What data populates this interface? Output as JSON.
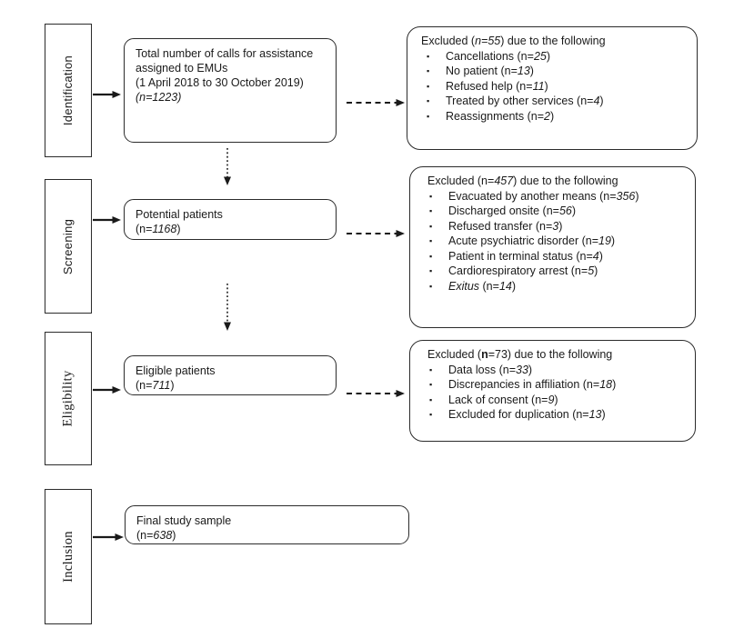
{
  "figure": {
    "kind": "study-flow-diagram",
    "line_color": "#1a1a1a",
    "background_color": "#ffffff"
  },
  "stages": [
    {
      "label": "Identification"
    },
    {
      "label": "Screening"
    },
    {
      "label": "Eligibility"
    },
    {
      "label": "Inclusion"
    }
  ],
  "flow_boxes": [
    {
      "name": "total-calls",
      "lines": [
        [
          {
            "t": "Total number of calls for assistance"
          }
        ],
        [
          {
            "t": "assigned to EMUs"
          }
        ],
        [
          {
            "t": "(1 April 2018 to 30 October 2019)"
          }
        ],
        [
          {
            "t": "(n=1223)",
            "i": true
          }
        ]
      ]
    },
    {
      "name": "potential-patients",
      "lines": [
        [
          {
            "t": "Potential patients"
          }
        ],
        [
          {
            "t": "(n="
          },
          {
            "t": "1168",
            "i": true
          },
          {
            "t": ")"
          }
        ]
      ]
    },
    {
      "name": "eligible-patients",
      "lines": [
        [
          {
            "t": "Eligible patients"
          }
        ],
        [
          {
            "t": "(n="
          },
          {
            "t": "711",
            "i": true
          },
          {
            "t": ")"
          }
        ]
      ]
    },
    {
      "name": "final-study-sample",
      "lines": [
        [
          {
            "t": "Final study sample"
          }
        ],
        [
          {
            "t": "(n="
          },
          {
            "t": "638",
            "i": true
          },
          {
            "t": ")"
          }
        ]
      ]
    }
  ],
  "exclusion_boxes": [
    {
      "name": "excluded-identification",
      "header": [
        {
          "t": "Excluded ("
        },
        {
          "t": "n=55",
          "i": true
        },
        {
          "t": ") due to the following"
        }
      ],
      "items": [
        [
          {
            "t": "Cancellations (n="
          },
          {
            "t": "25",
            "i": true
          },
          {
            "t": ")"
          }
        ],
        [
          {
            "t": "No patient (n="
          },
          {
            "t": "13",
            "i": true
          },
          {
            "t": ")"
          }
        ],
        [
          {
            "t": "Refused help (n="
          },
          {
            "t": "11",
            "i": true
          },
          {
            "t": ")"
          }
        ],
        [
          {
            "t": "Treated by other services (n="
          },
          {
            "t": "4",
            "i": true
          },
          {
            "t": ")"
          }
        ],
        [
          {
            "t": "Reassignments (n="
          },
          {
            "t": "2",
            "i": true
          },
          {
            "t": ")"
          }
        ]
      ]
    },
    {
      "name": "excluded-screening",
      "header": [
        {
          "t": "Excluded (n="
        },
        {
          "t": "457",
          "i": true
        },
        {
          "t": ") due to the following"
        }
      ],
      "items": [
        [
          {
            "t": "Evacuated by another means (n="
          },
          {
            "t": "356",
            "i": true
          },
          {
            "t": ")"
          }
        ],
        [
          {
            "t": "Discharged onsite (n="
          },
          {
            "t": "56",
            "i": true
          },
          {
            "t": ")"
          }
        ],
        [
          {
            "t": "Refused transfer (n="
          },
          {
            "t": "3",
            "i": true
          },
          {
            "t": ")"
          }
        ],
        [
          {
            "t": "Acute psychiatric disorder (n="
          },
          {
            "t": "19",
            "i": true
          },
          {
            "t": ")"
          }
        ],
        [
          {
            "t": "Patient in terminal status (n="
          },
          {
            "t": "4",
            "i": true
          },
          {
            "t": ")"
          }
        ],
        [
          {
            "t": "Cardiorespiratory arrest (n="
          },
          {
            "t": "5",
            "i": true
          },
          {
            "t": ")"
          }
        ],
        [
          {
            "t": "Exitus",
            "i": true
          },
          {
            "t": " (n="
          },
          {
            "t": "14",
            "i": true
          },
          {
            "t": ")"
          }
        ]
      ]
    },
    {
      "name": "excluded-eligibility",
      "header": [
        {
          "t": "Excluded ("
        },
        {
          "t": "n",
          "b": true
        },
        {
          "t": "=73) due to the following"
        }
      ],
      "items": [
        [
          {
            "t": "Data loss (n="
          },
          {
            "t": "33",
            "i": true
          },
          {
            "t": ")"
          }
        ],
        [
          {
            "t": "Discrepancies in affiliation (n="
          },
          {
            "t": "18",
            "i": true
          },
          {
            "t": ")"
          }
        ],
        [
          {
            "t": "Lack of consent (n="
          },
          {
            "t": "9",
            "i": true
          },
          {
            "t": ")"
          }
        ],
        [
          {
            "t": "Excluded for duplication (n="
          },
          {
            "t": "13",
            "i": true
          },
          {
            "t": ")"
          }
        ]
      ]
    }
  ],
  "icons": {
    "bullet": "▪"
  }
}
